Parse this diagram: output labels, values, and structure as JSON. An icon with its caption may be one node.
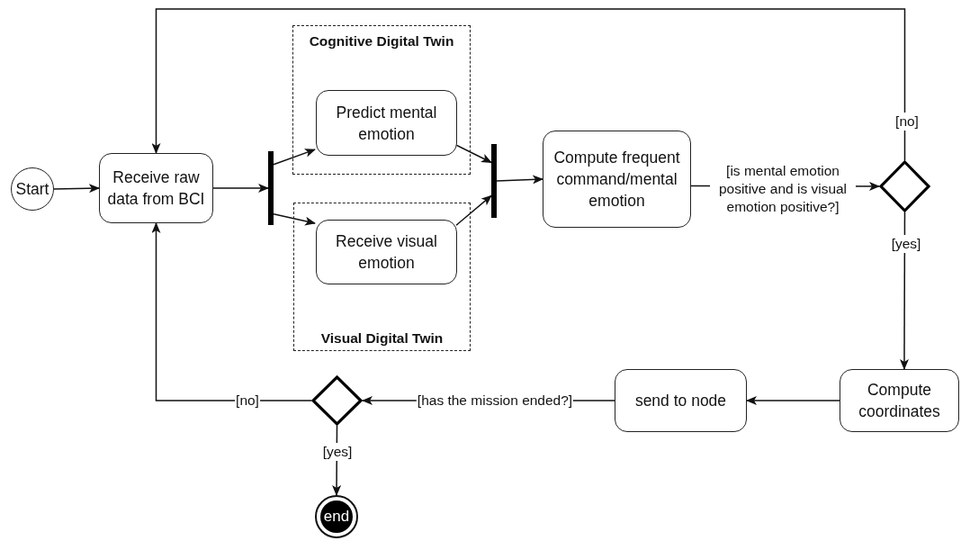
{
  "diagram": {
    "nodes": [
      {
        "text": [
          "Start"
        ]
      },
      {
        "text": [
          "Receive raw data from BCI"
        ]
      },
      {
        "text": [],
        "shape": "bar"
      },
      {
        "text": [
          "Cognitive Digital Twin"
        ]
      },
      {
        "text": [
          "Predict mental emotion"
        ],
        "in": 3
      },
      {
        "text": [
          "Visual Digital Twin"
        ]
      },
      {
        "text": [
          "Receive visual emotion"
        ],
        "in": 5
      },
      {
        "text": [],
        "shape": "bar"
      },
      {
        "text": [
          "Compute frequent command/mental emotion"
        ]
      },
      {
        "text": [],
        "shape": "diamond"
      },
      {
        "text": [
          "Compute coordinates"
        ]
      },
      {
        "text": [
          "send to node"
        ]
      },
      {
        "text": [],
        "shape": "diamond"
      },
      {
        "text": [
          "end"
        ]
      }
    ],
    "edges": [
      {
        "from": 0,
        "to": 1,
        "arrow": "to"
      },
      {
        "from": 1,
        "to": 2,
        "arrow": "to"
      },
      {
        "from": 2,
        "to": 4,
        "arrow": "to"
      },
      {
        "from": 2,
        "to": 6,
        "arrow": "to"
      },
      {
        "from": 4,
        "to": 7,
        "arrow": "to"
      },
      {
        "from": 6,
        "to": 7,
        "arrow": "to"
      },
      {
        "from": 7,
        "to": 8,
        "arrow": "to"
      },
      {
        "from": 8,
        "to": 9,
        "arrow": "to",
        "label": "[is mental emotion positive and is visual emotion positive?]"
      },
      {
        "from": 9,
        "to": 1,
        "arrow": "to",
        "label": "[no]"
      },
      {
        "from": 9,
        "to": 10,
        "arrow": "to",
        "label": "[yes]"
      },
      {
        "from": 10,
        "to": 11,
        "arrow": "to"
      },
      {
        "from": 11,
        "to": 12,
        "arrow": "to",
        "label": "[has the mission ended?]"
      },
      {
        "from": 12,
        "to": 1,
        "arrow": "to",
        "label": "[no]"
      },
      {
        "from": 12,
        "to": 13,
        "arrow": "to",
        "label": "[yes]"
      }
    ]
  }
}
